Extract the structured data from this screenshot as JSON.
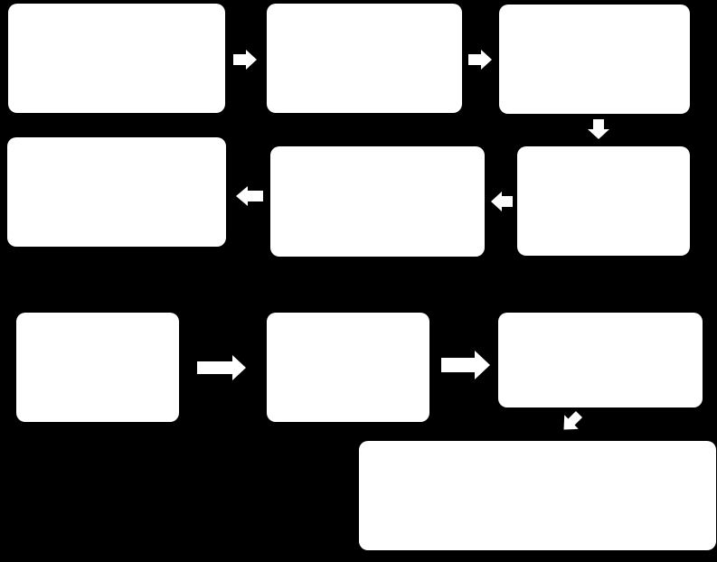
{
  "colors": {
    "background": "#000000",
    "box_fill": "#ffffff",
    "arrow_fill": "#ffffff"
  },
  "flow_top": {
    "boxes": [
      {
        "id": "box-1",
        "label": ""
      },
      {
        "id": "box-2",
        "label": ""
      },
      {
        "id": "box-3",
        "label": ""
      },
      {
        "id": "box-4",
        "label": ""
      },
      {
        "id": "box-5",
        "label": ""
      },
      {
        "id": "box-6",
        "label": ""
      }
    ],
    "arrows": [
      {
        "from": "box-1",
        "to": "box-2",
        "direction": "right",
        "icon": "arrow-right-icon"
      },
      {
        "from": "box-2",
        "to": "box-3",
        "direction": "right",
        "icon": "arrow-right-icon"
      },
      {
        "from": "box-3",
        "to": "box-4",
        "direction": "down",
        "icon": "arrow-down-icon"
      },
      {
        "from": "box-4",
        "to": "box-5",
        "direction": "left",
        "icon": "arrow-left-icon"
      },
      {
        "from": "box-5",
        "to": "box-6",
        "direction": "left",
        "icon": "arrow-left-icon"
      }
    ]
  },
  "flow_bottom": {
    "boxes": [
      {
        "id": "box-7",
        "label": ""
      },
      {
        "id": "box-8",
        "label": ""
      },
      {
        "id": "box-9",
        "label": ""
      },
      {
        "id": "box-10",
        "label": ""
      }
    ],
    "arrows": [
      {
        "from": "box-7",
        "to": "box-8",
        "direction": "right",
        "icon": "arrow-right-icon"
      },
      {
        "from": "box-8",
        "to": "box-9",
        "direction": "right",
        "icon": "arrow-right-icon"
      },
      {
        "from": "box-9",
        "to": "box-10",
        "direction": "down-left",
        "icon": "arrow-down-left-icon"
      }
    ]
  }
}
